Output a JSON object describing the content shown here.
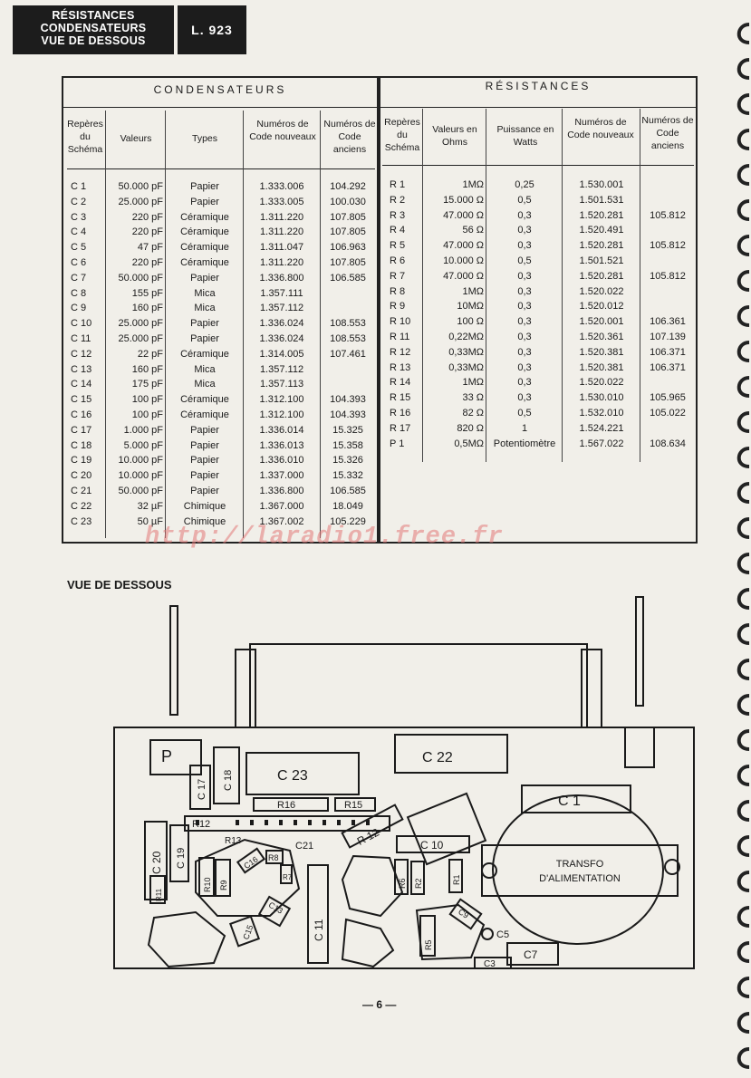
{
  "header": {
    "title_lines": [
      "RÉSISTANCES",
      "CONDENSATEURS",
      "VUE DE DESSOUS"
    ],
    "ref": "L. 923"
  },
  "capacitors": {
    "caption": "CONDENSATEURS",
    "headers": [
      "Repères du Schéma",
      "Valeurs",
      "Types",
      "Numéros de Code nouveaux",
      "Numéros de Code anciens"
    ],
    "rows": [
      [
        "C 1",
        "50.000 pF",
        "Papier",
        "1.333.006",
        "104.292"
      ],
      [
        "C 2",
        "25.000 pF",
        "Papier",
        "1.333.005",
        "100.030"
      ],
      [
        "C 3",
        "220 pF",
        "Céramique",
        "1.311.220",
        "107.805"
      ],
      [
        "C 4",
        "220 pF",
        "Céramique",
        "1.311.220",
        "107.805"
      ],
      [
        "C 5",
        "47 pF",
        "Céramique",
        "1.311.047",
        "106.963"
      ],
      [
        "C 6",
        "220 pF",
        "Céramique",
        "1.311.220",
        "107.805"
      ],
      [
        "C 7",
        "50.000 pF",
        "Papier",
        "1.336.800",
        "106.585"
      ],
      [
        "C 8",
        "155 pF",
        "Mica",
        "1.357.111",
        ""
      ],
      [
        "C 9",
        "160 pF",
        "Mica",
        "1.357.112",
        ""
      ],
      [
        "C 10",
        "25.000 pF",
        "Papier",
        "1.336.024",
        "108.553"
      ],
      [
        "C 11",
        "25.000 pF",
        "Papier",
        "1.336.024",
        "108.553"
      ],
      [
        "C 12",
        "22 pF",
        "Céramique",
        "1.314.005",
        "107.461"
      ],
      [
        "C 13",
        "160 pF",
        "Mica",
        "1.357.112",
        ""
      ],
      [
        "C 14",
        "175 pF",
        "Mica",
        "1.357.113",
        ""
      ],
      [
        "C 15",
        "100 pF",
        "Céramique",
        "1.312.100",
        "104.393"
      ],
      [
        "C 16",
        "100 pF",
        "Céramique",
        "1.312.100",
        "104.393"
      ],
      [
        "C 17",
        "1.000 pF",
        "Papier",
        "1.336.014",
        "15.325"
      ],
      [
        "C 18",
        "5.000 pF",
        "Papier",
        "1.336.013",
        "15.358"
      ],
      [
        "C 19",
        "10.000 pF",
        "Papier",
        "1.336.010",
        "15.326"
      ],
      [
        "C 20",
        "10.000 pF",
        "Papier",
        "1.337.000",
        "15.332"
      ],
      [
        "C 21",
        "50.000 pF",
        "Papier",
        "1.336.800",
        "106.585"
      ],
      [
        "C 22",
        "32 µF",
        "Chimique",
        "1.367.000",
        "18.049"
      ],
      [
        "C 23",
        "50 µF",
        "Chimique",
        "1.367.002",
        "105.229"
      ]
    ]
  },
  "resistors": {
    "caption": "RÉSISTANCES",
    "headers": [
      "Repères du Schéma",
      "Valeurs en Ohms",
      "Puissance en Watts",
      "Numéros de Code nouveaux",
      "Numéros de Code anciens"
    ],
    "rows": [
      [
        "R 1",
        "1MΩ",
        "0,25",
        "1.530.001",
        ""
      ],
      [
        "R 2",
        "15.000 Ω",
        "0,5",
        "1.501.531",
        ""
      ],
      [
        "R 3",
        "47.000 Ω",
        "0,3",
        "1.520.281",
        "105.812"
      ],
      [
        "R 4",
        "56 Ω",
        "0,3",
        "1.520.491",
        ""
      ],
      [
        "R 5",
        "47.000 Ω",
        "0,3",
        "1.520.281",
        "105.812"
      ],
      [
        "R 6",
        "10.000 Ω",
        "0,5",
        "1.501.521",
        ""
      ],
      [
        "R 7",
        "47.000 Ω",
        "0,3",
        "1.520.281",
        "105.812"
      ],
      [
        "R 8",
        "1MΩ",
        "0,3",
        "1.520.022",
        ""
      ],
      [
        "R 9",
        "10MΩ",
        "0,3",
        "1.520.012",
        ""
      ],
      [
        "R 10",
        "100 Ω",
        "0,3",
        "1.520.001",
        "106.361"
      ],
      [
        "R 11",
        "0,22MΩ",
        "0,3",
        "1.520.361",
        "107.139"
      ],
      [
        "R 12",
        "0,33MΩ",
        "0,3",
        "1.520.381",
        "106.371"
      ],
      [
        "R 13",
        "0,33MΩ",
        "0,3",
        "1.520.381",
        "106.371"
      ],
      [
        "R 14",
        "1MΩ",
        "0,3",
        "1.520.022",
        ""
      ],
      [
        "R 15",
        "33 Ω",
        "0,3",
        "1.530.010",
        "105.965"
      ],
      [
        "R 16",
        "82 Ω",
        "0,5",
        "1.532.010",
        "105.022"
      ],
      [
        "R 17",
        "820 Ω",
        "1",
        "1.524.221",
        ""
      ],
      [
        "P 1",
        "0,5MΩ",
        "Potentiomètre",
        "1.567.022",
        "108.634"
      ]
    ]
  },
  "watermark": "http://laradio1.free.fr",
  "section_title": "VUE DE DESSOUS",
  "diagram": {
    "labels": {
      "p": "P",
      "c23": "C 23",
      "c22": "C 22",
      "c1": "C 1",
      "c18": "C 18",
      "c17": "C 17",
      "r16": "R16",
      "r15": "R15",
      "r12a": "R12",
      "r12b": "R 12",
      "r13": "R13",
      "c21": "C21",
      "c10": "C 10",
      "c20": "C 20",
      "c19": "C 19",
      "c16": "C16",
      "r8": "R8",
      "r7": "R7",
      "r10": "R10",
      "r9": "R9",
      "r11": "R11",
      "c11": "C 11",
      "r6": "R6",
      "r2": "R2",
      "r1": "R1",
      "c9": "C9",
      "r5": "R5",
      "c5": "C5",
      "c7": "C7",
      "c3": "C3",
      "c15": "C15",
      "c13": "C13"
    },
    "transfo_line1": "TRANSFO",
    "transfo_line2": "D'ALIMENTATION"
  },
  "page_number": "— 6 —"
}
